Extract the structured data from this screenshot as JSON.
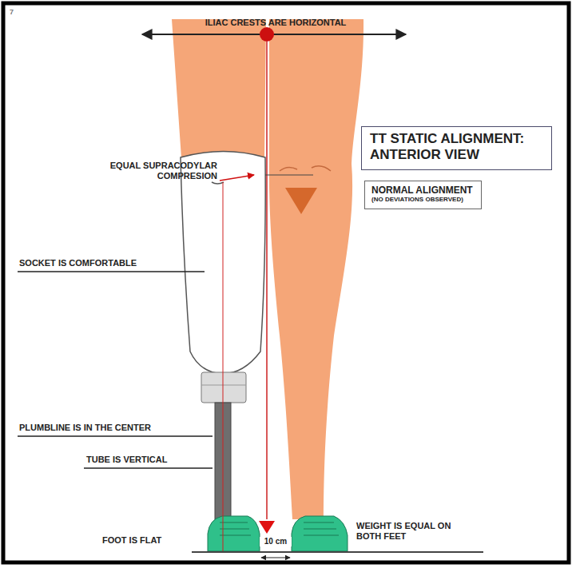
{
  "diagram": {
    "nodes": [
      {
        "text": [
          "TT STATIC ALIGNMENT: ANTERIOR VIEW"
        ]
      },
      {
        "text": [
          "NORMAL ALIGNMENT",
          "(NO DEVIATIONS OBSERVED)"
        ]
      }
    ],
    "labels": [
      "7",
      "ILIAC CRESTS ARE HORIZONTAL",
      "EQUAL SUPRACODYLAR COMPRESION",
      "SOCKET IS COMFORTABLE",
      "PLUMBLINE IS IN THE CENTER",
      "TUBE IS VERTICAL",
      "FOOT IS FLAT",
      "10 cm",
      "WEIGHT IS EQUAL ON BOTH FEET"
    ]
  }
}
